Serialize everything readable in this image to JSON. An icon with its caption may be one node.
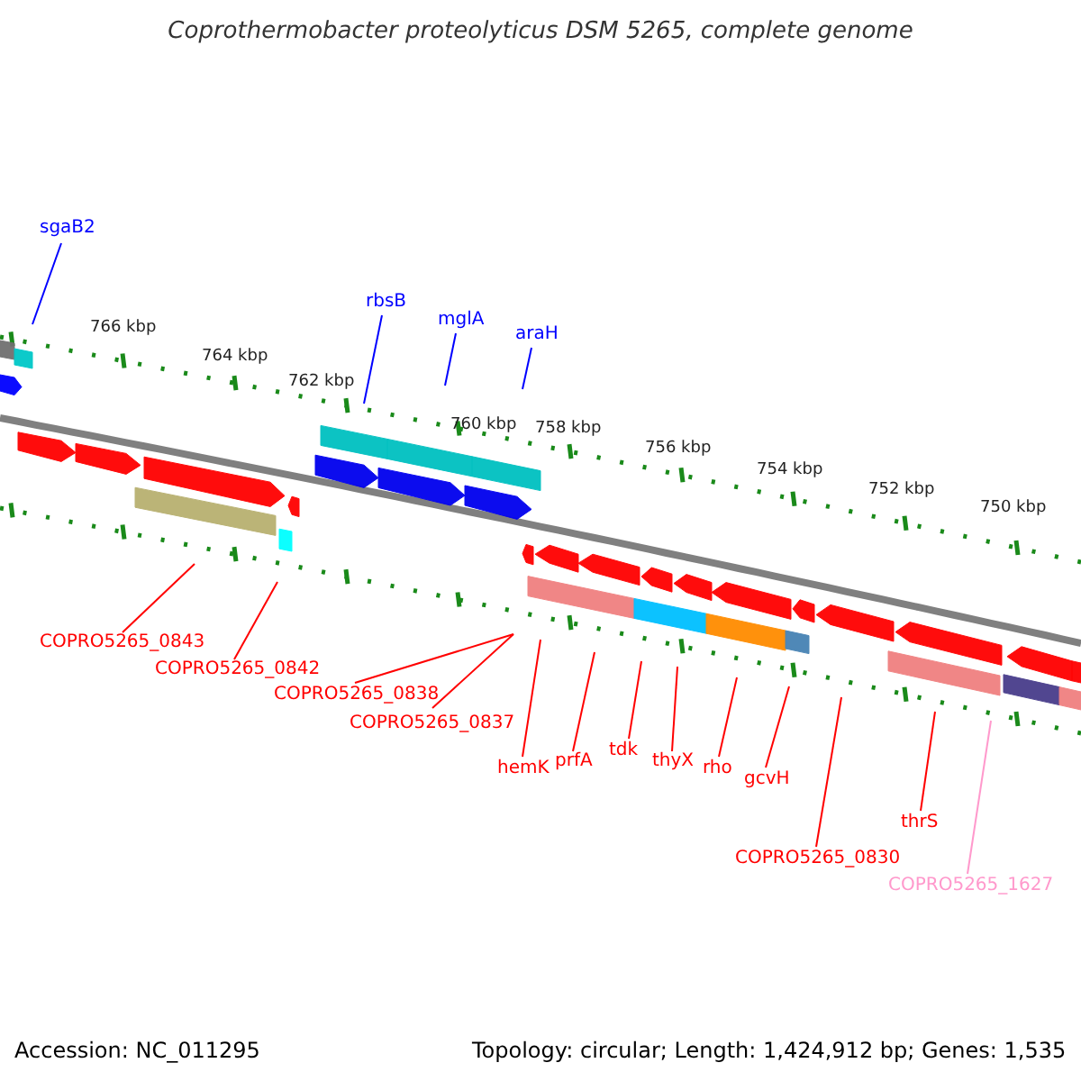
{
  "diagram": {
    "title": "Coprothermobacter proteolyticus DSM 5265, complete genome",
    "nodes": [
      {
        "text": [
          "sgaB2"
        ]
      },
      {
        "text": [
          "rbsB"
        ]
      },
      {
        "text": [
          "mglA"
        ]
      },
      {
        "text": [
          "araH"
        ]
      },
      {
        "text": [
          "COPRO5265_0843"
        ]
      },
      {
        "text": [
          "COPRO5265_0842"
        ]
      },
      {
        "text": [
          "COPRO5265_0838"
        ]
      },
      {
        "text": [
          "COPRO5265_0837"
        ]
      },
      {
        "text": [
          "hemK"
        ]
      },
      {
        "text": [
          "prfA"
        ]
      },
      {
        "text": [
          "tdk"
        ]
      },
      {
        "text": [
          "thyX"
        ]
      },
      {
        "text": [
          "rho"
        ]
      },
      {
        "text": [
          "gcvH"
        ]
      },
      {
        "text": [
          "COPRO5265_0830"
        ]
      },
      {
        "text": [
          "thrS"
        ]
      },
      {
        "text": [
          "COPRO5265_1627"
        ]
      }
    ],
    "edges": [
      {
        "from": 0,
        "to": null,
        "arrow": "none",
        "color": "#0000ff"
      },
      {
        "from": 1,
        "to": null,
        "arrow": "none",
        "color": "#0000ff"
      },
      {
        "from": 2,
        "to": null,
        "arrow": "none",
        "color": "#0000ff"
      },
      {
        "from": 3,
        "to": null,
        "arrow": "none",
        "color": "#0000ff"
      },
      {
        "from": 4,
        "to": null,
        "arrow": "none"
      },
      {
        "from": 5,
        "to": null,
        "arrow": "none"
      },
      {
        "from": 6,
        "to": null,
        "arrow": "none"
      },
      {
        "from": 7,
        "to": null,
        "arrow": "none"
      },
      {
        "from": 8,
        "to": null,
        "arrow": "none"
      },
      {
        "from": 9,
        "to": null,
        "arrow": "none"
      },
      {
        "from": 10,
        "to": null,
        "arrow": "none"
      },
      {
        "from": 11,
        "to": null,
        "arrow": "none"
      },
      {
        "from": 12,
        "to": null,
        "arrow": "none"
      },
      {
        "from": 13,
        "to": null,
        "arrow": "none"
      },
      {
        "from": 14,
        "to": null,
        "arrow": "none"
      },
      {
        "from": 15,
        "to": null,
        "arrow": "none"
      },
      {
        "from": 16,
        "to": null,
        "arrow": "none",
        "color": "#ff99cc"
      }
    ],
    "labels": [
      "766 kbp",
      "764 kbp",
      "762 kbp",
      "760 kbp",
      "758 kbp",
      "756 kbp",
      "754 kbp",
      "752 kbp",
      "750 kbp",
      "Accession: NC_011295",
      "Topology: circular; Length: 1,424,912 bp; Genes: 1,535"
    ]
  }
}
